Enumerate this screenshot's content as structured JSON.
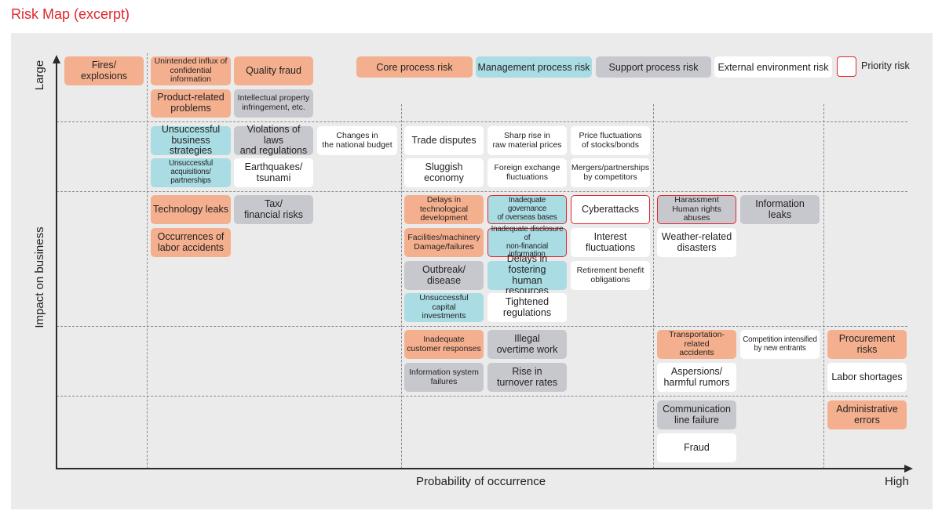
{
  "title": "Risk Map (excerpt)",
  "axes": {
    "y_label": "Impact on business",
    "y_top_label": "Large",
    "x_label": "Probability of occurrence",
    "x_right_label": "High"
  },
  "colors": {
    "core": "#f4b08e",
    "management": "#a9dce3",
    "support": "#c7c8cd",
    "external": "#ffffff",
    "priority_border": "#e0282e",
    "panel": "#ebebec"
  },
  "legend": {
    "core": "Core process risk",
    "management": "Management process risk",
    "support": "Support process risk",
    "external": "External environment risk",
    "priority": "Priority risk"
  },
  "risks": {
    "fires_explosions": "Fires/\nexplosions",
    "unintended_influx": "Unintended influx of\nconfidential information",
    "quality_fraud": "Quality fraud",
    "product_related_problems": "Product-related\nproblems",
    "intellectual_property": "Intellectual property\ninfringement, etc.",
    "unsuccessful_business_strategies": "Unsuccessful\nbusiness strategies",
    "violations_laws": "Violations of laws\nand regulations",
    "changes_national_budget": "Changes in\nthe national budget",
    "unsuccessful_acquisitions": "Unsuccessful acquisitions/\npartnerships",
    "earthquakes_tsunami": "Earthquakes/\ntsunami",
    "trade_disputes": "Trade disputes",
    "raw_material_prices": "Sharp rise in\nraw material prices",
    "price_fluctuations_stocks": "Price fluctuations\nof stocks/bonds",
    "sluggish_economy": "Sluggish\neconomy",
    "foreign_exchange": "Foreign exchange\nfluctuations",
    "mergers_partnerships_competitors": "Mergers/partnerships\nby competitors",
    "technology_leaks": "Technology leaks",
    "tax_financial_risks": "Tax/\nfinancial risks",
    "occurrences_labor_accidents": "Occurrences of\nlabor accidents",
    "delays_technological_development": "Delays in technological\ndevelopment",
    "governance_overseas_bases": "Inadequate governance\nof overseas bases",
    "cyberattacks": "Cyberattacks",
    "harassment_human_rights": "Harassment\nHuman rights abuses",
    "information_leaks": "Information\nleaks",
    "facilities_machinery": "Facilities/machinery\nDamage/failures",
    "disclosure_nonfinancial": "Inadequate disclosure of\nnon-financial information",
    "interest_fluctuations": "Interest\nfluctuations",
    "weather_disasters": "Weather-related\ndisasters",
    "outbreak_disease": "Outbreak/\ndisease",
    "delays_human_resources": "Delays in fostering\nhuman resources",
    "retirement_benefit": "Retirement benefit\nobligations",
    "unsuccessful_capital_investments": "Unsuccessful capital\ninvestments",
    "tightened_regulations": "Tightened\nregulations",
    "inadequate_customer_responses": "Inadequate\ncustomer responses",
    "illegal_overtime": "Illegal\novertime work",
    "transportation_accidents": "Transportation-related\naccidents",
    "competition_new_entrants": "Competition intensified\nby new entrants",
    "procurement_risks": "Procurement\nrisks",
    "information_system_failures": "Information system\nfailures",
    "turnover_rates": "Rise in\nturnover rates",
    "aspersions_rumors": "Aspersions/\nharmful rumors",
    "labor_shortages": "Labor shortages",
    "communication_line_failure": "Communication\nline failure",
    "administrative_errors": "Administrative\nerrors",
    "fraud": "Fraud"
  }
}
